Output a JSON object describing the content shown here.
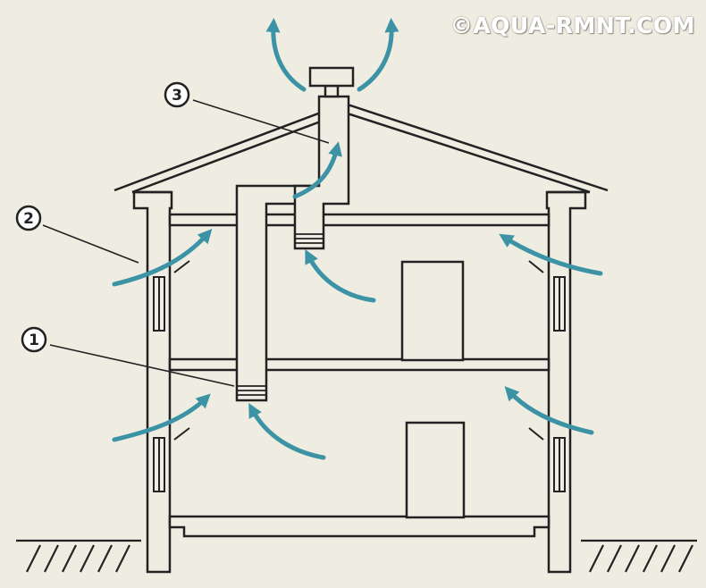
{
  "watermark": "©AQUA-RMNT.COM",
  "callouts": [
    {
      "id": "1",
      "label": "1"
    },
    {
      "id": "2",
      "label": "2"
    },
    {
      "id": "3",
      "label": "3"
    }
  ],
  "colors": {
    "background": "#efece2",
    "line": "#222222",
    "airflow": "#3b93a5",
    "watermark": "#ffffff"
  }
}
